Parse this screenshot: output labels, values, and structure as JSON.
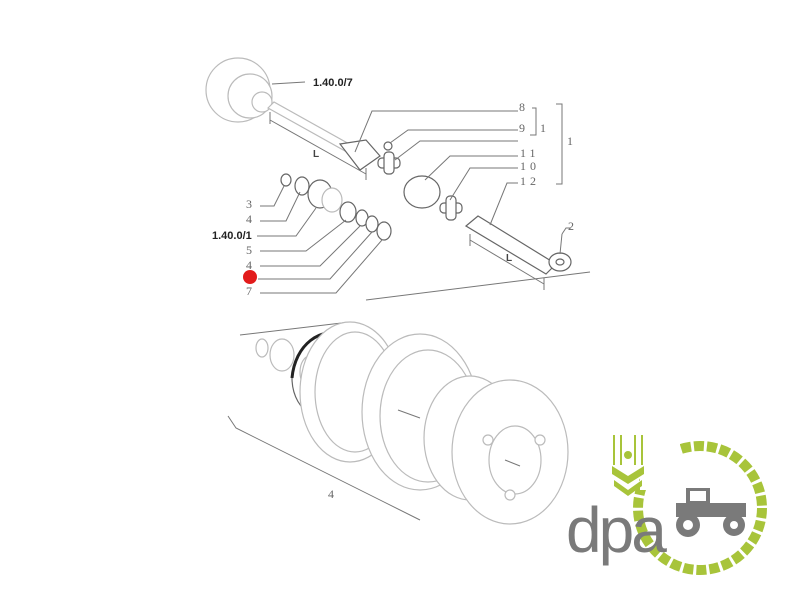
{
  "diagram": {
    "references": {
      "upper": "1.40.0/7",
      "middle": "1.40.0/1"
    },
    "dimension_label": "L",
    "right_labels": [
      "8",
      "9",
      "1",
      "1",
      "11",
      "10",
      "12",
      "2"
    ],
    "left_labels": [
      "3",
      "4",
      "5",
      "4",
      "7"
    ],
    "bottom_label": "4",
    "highlight_color": "#e21b1b"
  },
  "logo": {
    "text": "dpa",
    "green": "#a8c43a",
    "gray": "#7a7a7a"
  }
}
